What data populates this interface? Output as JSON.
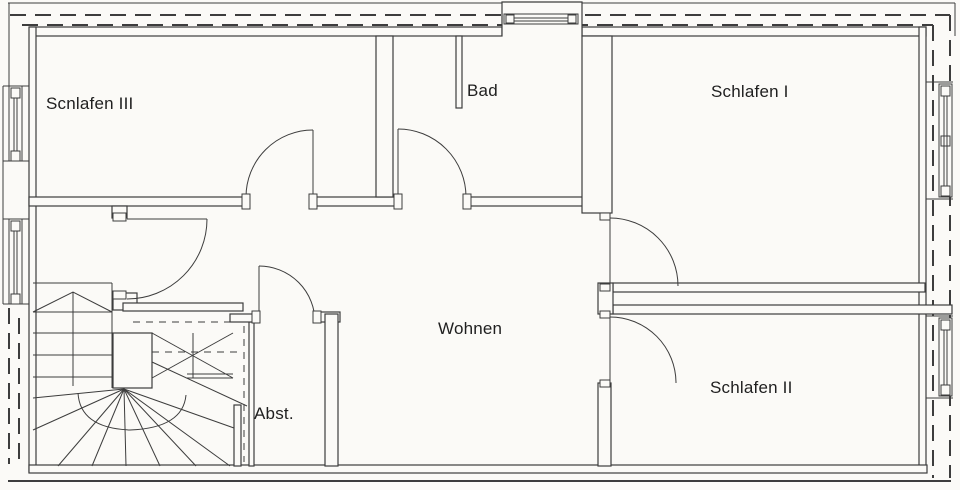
{
  "plan": {
    "type": "floor-plan",
    "background_color": "#fbfaf7",
    "line_color": "#3d3d3d",
    "rooms": [
      {
        "key": "schlafen-iii",
        "label": "Scnlafen III"
      },
      {
        "key": "bad",
        "label": "Bad"
      },
      {
        "key": "schlafen-i",
        "label": "Schlafen I"
      },
      {
        "key": "wohnen",
        "label": "Wohnen"
      },
      {
        "key": "abst",
        "label": "Abst."
      },
      {
        "key": "schlafen-ii",
        "label": "Schlafen II"
      }
    ],
    "icons": {
      "windows": [
        "window-left-upper",
        "window-left-lower",
        "window-dormer-top",
        "window-right-upper",
        "window-right-lower"
      ],
      "doors": [
        "door-schlafen-iii",
        "door-bad",
        "door-hall",
        "door-abst",
        "door-schlafen-i",
        "door-schlafen-ii"
      ],
      "stairs": "winder-staircase",
      "roof": "roof-overhang-dashed-outline"
    }
  }
}
